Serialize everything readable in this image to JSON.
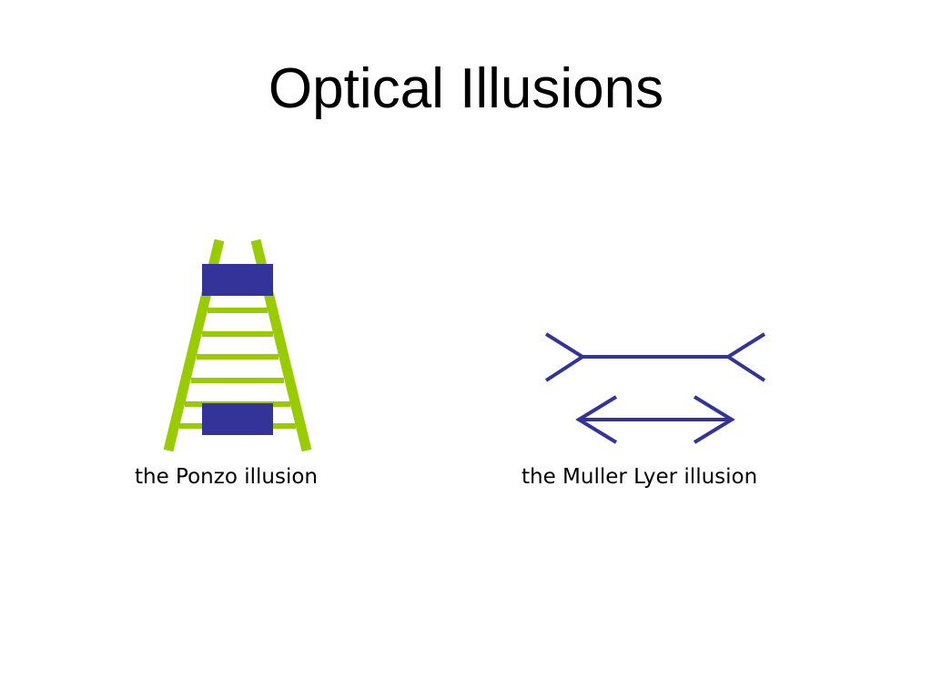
{
  "slide": {
    "title": "Optical Illusions"
  },
  "ponzo": {
    "caption": "the Ponzo illusion",
    "rail_color": "#99CC00",
    "block_color": "#333399"
  },
  "muller_lyer": {
    "caption": "the Muller Lyer illusion",
    "line_color": "#333399"
  }
}
